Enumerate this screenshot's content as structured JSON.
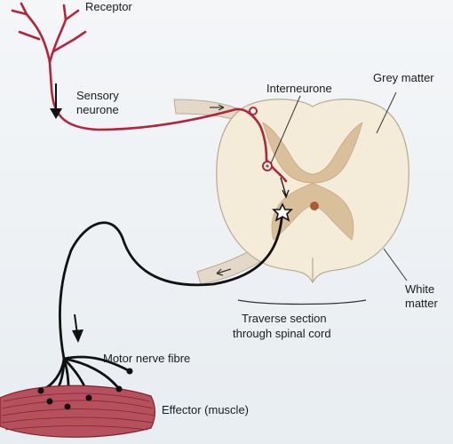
{
  "labels": {
    "receptor": "Receptor",
    "sensory_line1": "Sensory",
    "sensory_line2": "neurone",
    "interneurone": "Interneurone",
    "grey_matter": "Grey matter",
    "white_line1": "White",
    "white_line2": "matter",
    "section_line1": "Traverse section",
    "section_line2": "through spinal cord",
    "motor": "Motor nerve fibre",
    "effector": "Effector (muscle)"
  },
  "colors": {
    "sensory": "#b2253a",
    "motor": "#111111",
    "white_matter": "#f4ecd8",
    "grey_matter": "#d9bf9a",
    "nerve_root": "#e4d9c8",
    "muscle": "#b5505c",
    "background": "#ecf0f3"
  }
}
